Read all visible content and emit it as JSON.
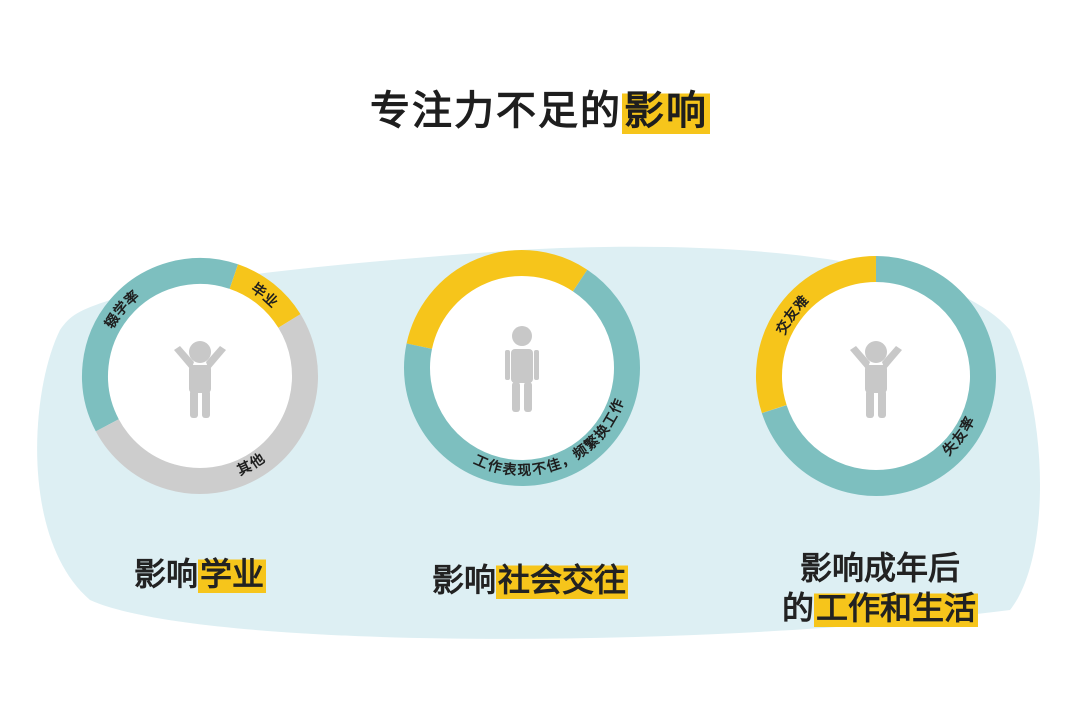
{
  "title": {
    "prefix": "专注力不足的",
    "highlight": "影响"
  },
  "colors": {
    "teal": "#7dbfbf",
    "yellow": "#f6c51b",
    "gray": "#cdcdcd",
    "background_blob": "#ddeff3",
    "figure": "#c8c8c8"
  },
  "chart_data": [
    {
      "type": "pie",
      "segments": [
        {
          "label": "辍学率",
          "value": 0.38,
          "color": "teal"
        },
        {
          "label": "毕业",
          "value": 0.11,
          "color": "yellow"
        },
        {
          "label": "其他",
          "value": 0.51,
          "color": "gray"
        }
      ],
      "figure": "arms-up",
      "caption": {
        "prefix": "影响",
        "highlight": "学业"
      }
    },
    {
      "type": "pie",
      "segments": [
        {
          "label": "",
          "value": 0.31,
          "color": "yellow"
        },
        {
          "label": "工作表现不佳，频繁换工作",
          "value": 0.69,
          "color": "teal"
        }
      ],
      "figure": "standing",
      "caption": {
        "prefix": "影响",
        "highlight": "社会交往"
      }
    },
    {
      "type": "pie",
      "segments": [
        {
          "label": "失友率",
          "value": 0.7,
          "color": "teal"
        },
        {
          "label": "交友难",
          "value": 0.3,
          "color": "yellow"
        }
      ],
      "figure": "arms-up",
      "caption": {
        "prefix": "影响成年后",
        "line2_prefix": "的",
        "highlight": "工作和生活"
      }
    }
  ]
}
